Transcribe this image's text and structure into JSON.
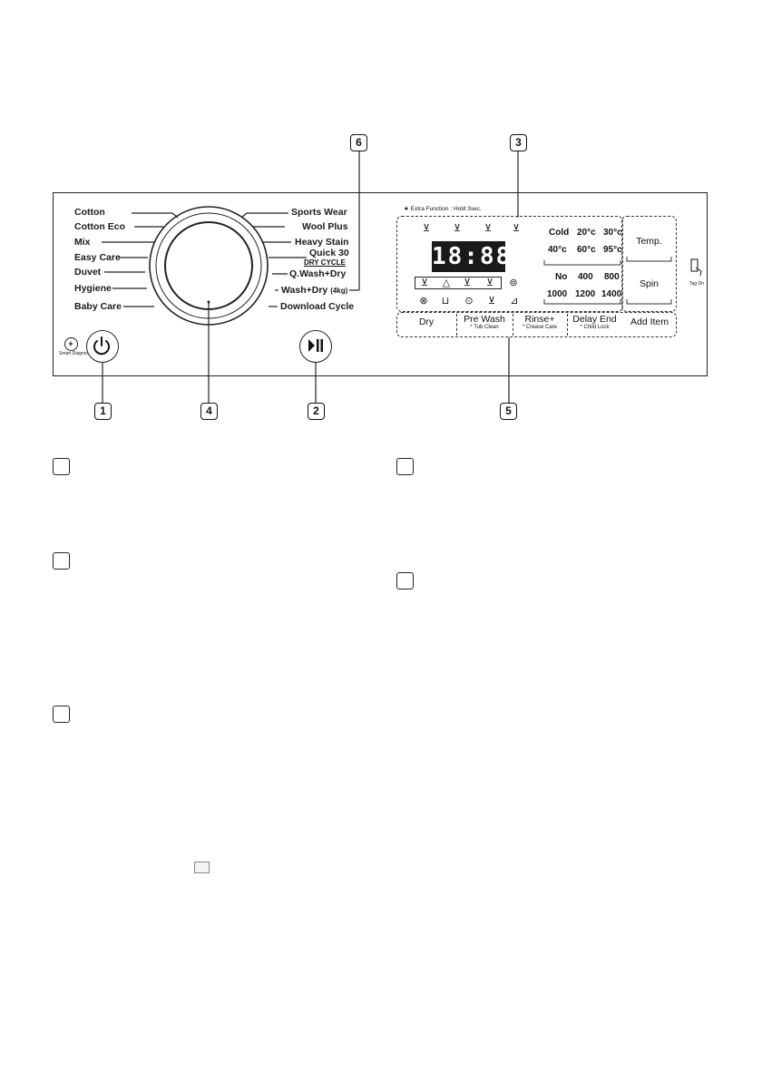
{
  "programs_left": [
    "Cotton",
    "Cotton Eco",
    "Mix",
    "Easy Care",
    "Duvet",
    "Hygiene",
    "Baby Care"
  ],
  "programs_right": [
    "Sports Wear",
    "Wool Plus",
    "Heavy Stain",
    "Quick 30",
    "Q.Wash+Dry",
    "Wash+Dry",
    "Download Cycle"
  ],
  "dry_cycle_label": "DRY CYCLE",
  "wash_dry_capacity": "(4kg)",
  "smart_diagnosis": "Smart Diagnosis",
  "extra_function_note": "★ Extra Function : Hold 3sec.",
  "display_readout": "18:88",
  "temperature_options": [
    "Cold",
    "20°c",
    "30°c",
    "40°c",
    "60°c",
    "95°c"
  ],
  "spin_options": [
    "No",
    "400",
    "800",
    "1000",
    "1200",
    "1400"
  ],
  "temp_button": "Temp.",
  "spin_button": "Spin",
  "tag_on": "Tag On",
  "bottom_buttons": [
    {
      "label": "Dry",
      "sub": ""
    },
    {
      "label": "Pre Wash",
      "sub": "* Tub Clean"
    },
    {
      "label": "Rinse+",
      "sub": "* Crease Care"
    },
    {
      "label": "Delay End",
      "sub": "* Child Lock"
    },
    {
      "label": "Add Item",
      "sub": ""
    }
  ],
  "callouts": [
    "1",
    "2",
    "3",
    "4",
    "5",
    "6"
  ],
  "icons": {
    "power": "power-icon",
    "start_pause": "play-pause-icon",
    "smart_diag": "smart-diagnosis-icon",
    "tag_on": "tag-on-icon"
  }
}
